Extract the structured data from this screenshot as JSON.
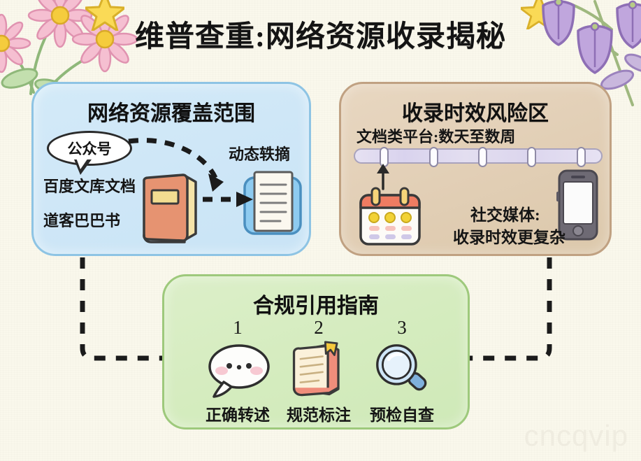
{
  "page": {
    "title": "维普查重:网络资源收录揭秘",
    "background_color": "#faf8ec",
    "watermark": "cncqvip"
  },
  "panels": {
    "coverage": {
      "title": "网络资源覆盖范围",
      "accent_color": "#8ec4e4",
      "fill_color": "#cfe7f7",
      "bubble_label": "公众号",
      "items": [
        {
          "label": "百度文库文档"
        },
        {
          "label": "道客巴巴书"
        }
      ],
      "target_label": "动态轶摘",
      "icons": {
        "book": "closed-book-icon",
        "document": "document-page-icon",
        "bubble": "speech-bubble-icon"
      }
    },
    "risk": {
      "title": "收录时效风险区",
      "accent_color": "#c0a182",
      "fill_color": "#e2cfb6",
      "doc_platform_label": "文档类平台:数天至数周",
      "social_label_line1": "社交媒体:",
      "social_label_line2": "收录时效更复杂",
      "timeline": {
        "tick_count": 5,
        "tick_positions_pct": [
          10,
          30,
          50,
          70,
          90
        ],
        "bar_color": "#ddd7ef"
      },
      "icons": {
        "calendar": "calendar-icon",
        "phone": "smartphone-icon",
        "arrow": "up-arrow-icon"
      }
    },
    "guide": {
      "title": "合规引用指南",
      "accent_color": "#9ec97c",
      "fill_color": "#d5ecbf",
      "steps": [
        {
          "number": "1",
          "label": "正确转述",
          "icon": "chat-bubble-face-icon"
        },
        {
          "number": "2",
          "label": "规范标注",
          "icon": "open-book-bookmark-icon"
        },
        {
          "number": "3",
          "label": "预检自查",
          "icon": "magnifier-icon"
        }
      ]
    }
  },
  "decor": {
    "left_flowers": "pink-daisy-flowers",
    "right_flowers": "purple-bellflower-flowers",
    "stars": "yellow-star-icon"
  }
}
